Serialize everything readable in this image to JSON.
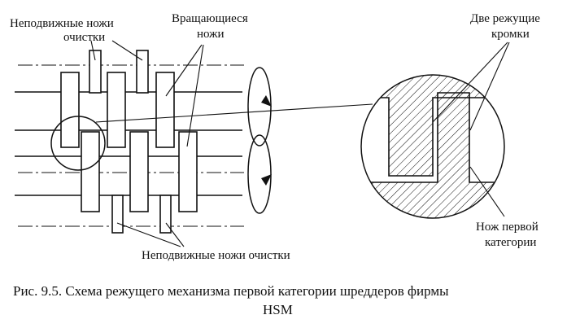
{
  "labels": {
    "fixed_knives_top_line1": "Неподвижные ножи",
    "fixed_knives_top_line2": "очистки",
    "rotating_knives_line1": "Вращающиеся",
    "rotating_knives_line2": "ножи",
    "two_cutting_edges_line1": "Две режущие",
    "two_cutting_edges_line2": "кромки",
    "first_category_knife_line1": "Нож первой",
    "first_category_knife_line2": "категории",
    "fixed_knives_bottom": "Неподвижные ножи очистки"
  },
  "caption": {
    "line1": "Рис. 9.5. Схема режущего механизма первой категории шреддеров фирмы",
    "line2": "HSM"
  }
}
